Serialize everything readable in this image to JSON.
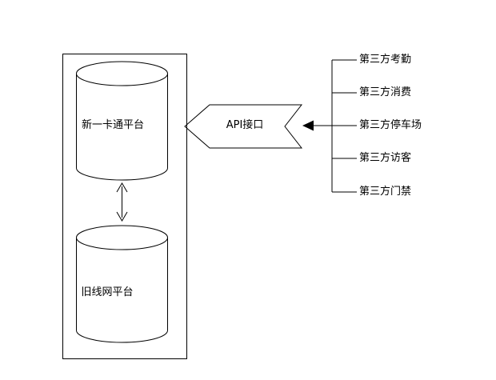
{
  "diagram": {
    "platforms": {
      "top_db": "新一卡通平台",
      "bottom_db": "旧线网平台"
    },
    "api": {
      "label": "API接口"
    },
    "third_party": {
      "items": [
        "第三方考勤",
        "第三方消费",
        "第三方停车场",
        "第三方访客",
        "第三方门禁"
      ]
    },
    "colors": {
      "stroke": "#000000",
      "background": "#ffffff"
    }
  }
}
